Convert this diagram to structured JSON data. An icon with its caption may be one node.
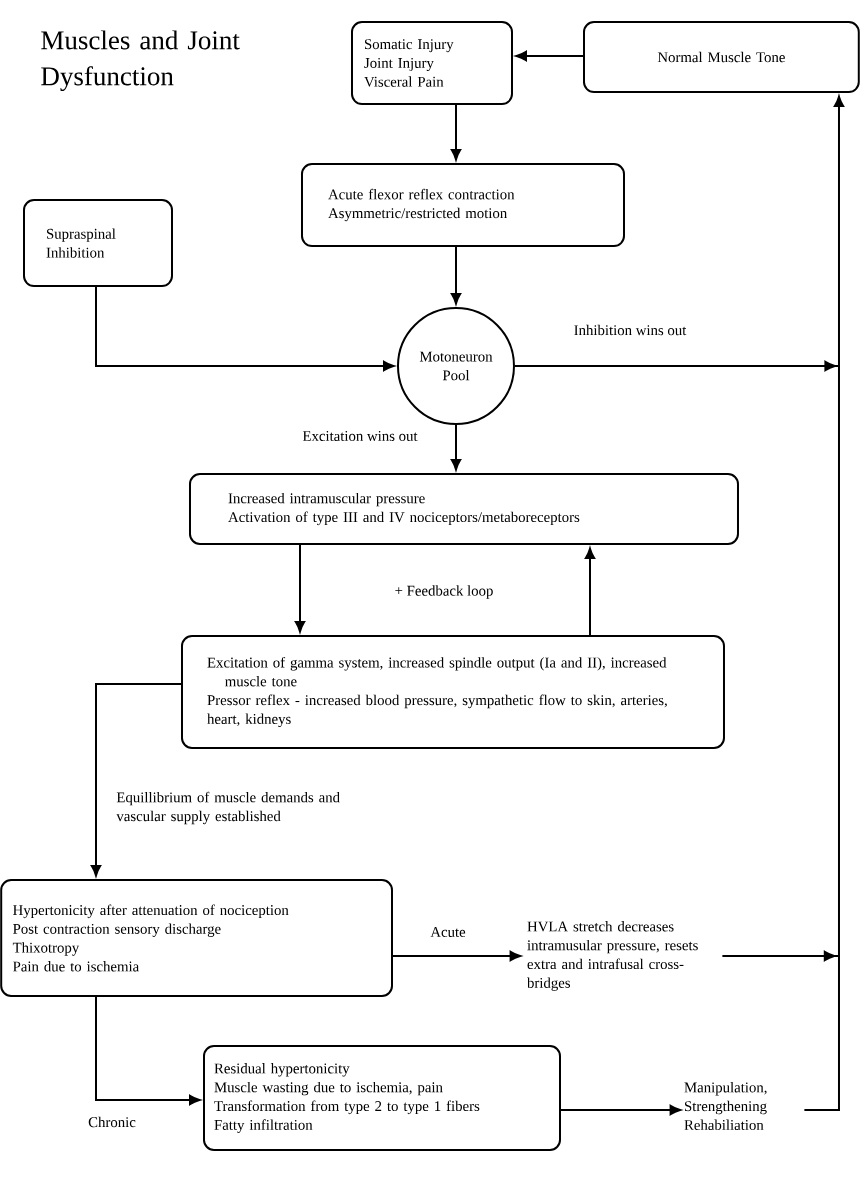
{
  "diagram": {
    "title": "Muscles and Joint Dysfunction",
    "nodes": [
      {
        "text": [
          "Normal Muscle Tone"
        ]
      },
      {
        "text": [
          "Somatic Injury",
          "Joint Injury",
          "Visceral Pain"
        ]
      },
      {
        "text": [
          "Acute flexor reflex contraction",
          "Asymmetric/restricted motion"
        ]
      },
      {
        "text": [
          "Supraspinal Inhibition"
        ]
      },
      {
        "text": [
          "Motoneuron Pool"
        ]
      },
      {
        "text": [
          "Increased intramuscular pressure",
          "Activation of type III and IV nociceptors/metaboreceptors"
        ]
      },
      {
        "text": [
          "Excitation of gamma system, increased spindle output (Ia and II), increased muscle tone",
          "Pressor reflex - increased blood pressure, sympathetic flow to skin, arteries, heart, kidneys"
        ]
      },
      {
        "text": [
          "Hypertonicity after attenuation of nociception",
          "Post contraction sensory discharge",
          "Thixotropy",
          "Pain due to ischemia"
        ]
      },
      {
        "text": [
          "HVLA stretch decreases intramusular pressure, resets extra and intrafusal cross-bridges"
        ]
      },
      {
        "text": [
          "Residual hypertonicity",
          "Muscle wasting due to ischemia, pain",
          "Transformation from type 2 to type 1 fibers",
          "Fatty infiltration"
        ]
      },
      {
        "text": [
          "Manipulation, Strengthening Rehabiliation"
        ]
      }
    ],
    "edges": [
      {
        "from": 0,
        "to": 1,
        "arrow": "to"
      },
      {
        "from": 1,
        "to": 2,
        "arrow": "to"
      },
      {
        "from": 2,
        "to": 4,
        "arrow": "to"
      },
      {
        "from": 3,
        "to": 4,
        "arrow": "to"
      },
      {
        "from": 4,
        "to": 0,
        "arrow": "to",
        "label": "Inhibition wins out"
      },
      {
        "from": 4,
        "to": 5,
        "arrow": "to",
        "label": "Excitation wins out"
      },
      {
        "from": 5,
        "to": 6,
        "arrow": "to"
      },
      {
        "from": 6,
        "to": 5,
        "arrow": "to"
      },
      {
        "from": 6,
        "to": 7,
        "arrow": "to",
        "label": "Equillibrium of muscle demands and vascular supply established"
      },
      {
        "from": 7,
        "to": 8,
        "arrow": "to",
        "label": "Acute"
      },
      {
        "from": 7,
        "to": 9,
        "arrow": "to",
        "label": "Chronic"
      },
      {
        "from": 9,
        "to": 10,
        "arrow": "to"
      },
      {
        "from": 8,
        "to": 0,
        "arrow": "to"
      },
      {
        "from": 10,
        "to": 0,
        "arrow": "to"
      }
    ],
    "labels": [
      "+ Feedback loop"
    ]
  }
}
